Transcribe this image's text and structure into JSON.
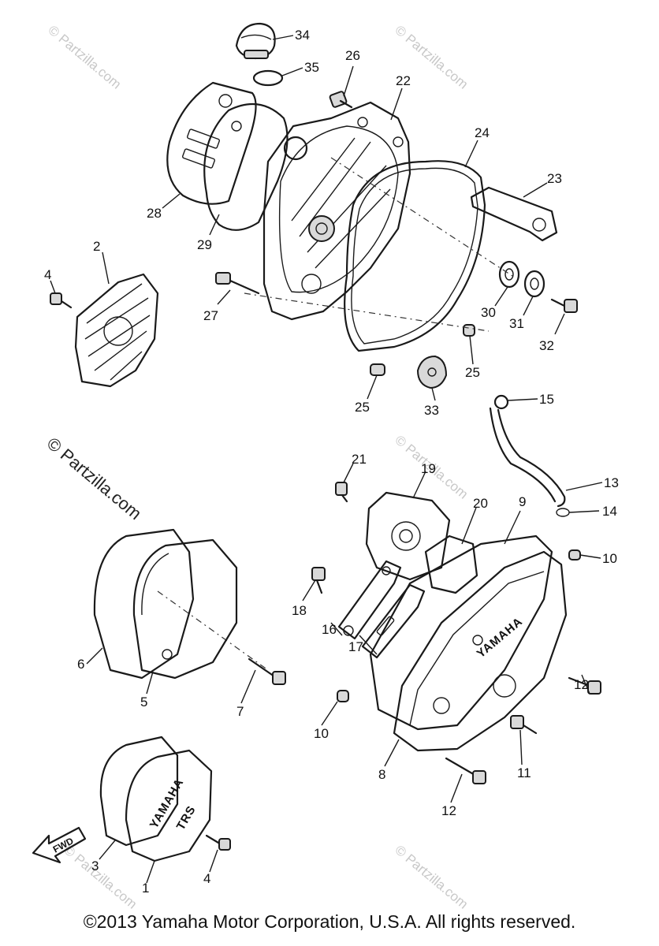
{
  "diagram": {
    "callouts": [
      "34",
      "35",
      "26",
      "22",
      "24",
      "23",
      "28",
      "29",
      "2",
      "4",
      "27",
      "30",
      "31",
      "32",
      "25",
      "25",
      "33",
      "15",
      "21",
      "19",
      "20",
      "9",
      "13",
      "14",
      "10",
      "18",
      "16",
      "17",
      "12",
      "6",
      "5",
      "7",
      "10",
      "8",
      "11",
      "12",
      "3",
      "1",
      "4"
    ],
    "embossed": {
      "cover_right": "YAMAHA",
      "cover_small": "YAMAHA",
      "cover_small_badge": "TRS"
    },
    "arrow_label": "FWD"
  },
  "watermarks": {
    "small": "© Partzilla.com",
    "large": "© Partzilla.com"
  },
  "footer": {
    "copyright": "©2013 Yamaha Motor Corporation, U.S.A. All rights reserved."
  }
}
